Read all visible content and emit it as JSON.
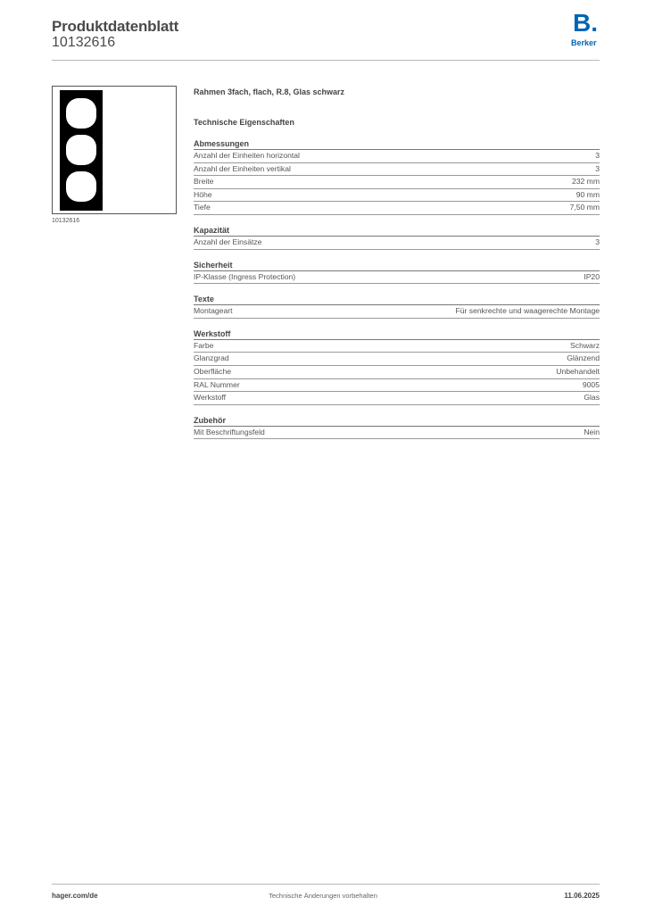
{
  "header": {
    "title": "Produktdatenblatt",
    "number": "10132616",
    "logo": {
      "letter": "B.",
      "name": "Berker"
    }
  },
  "image": {
    "caption": "10132616"
  },
  "product": {
    "title": "Rahmen 3fach, flach, R.8, Glas schwarz",
    "tech_heading": "Technische Eigenschaften"
  },
  "sections": [
    {
      "title": "Abmessungen",
      "rows": [
        {
          "label": "Anzahl der Einheiten horizontal",
          "value": "3"
        },
        {
          "label": "Anzahl der Einheiten vertikal",
          "value": "3"
        },
        {
          "label": "Breite",
          "value": "232 mm"
        },
        {
          "label": "Höhe",
          "value": "90 mm"
        },
        {
          "label": "Tiefe",
          "value": "7,50 mm"
        }
      ]
    },
    {
      "title": "Kapazität",
      "rows": [
        {
          "label": "Anzahl der Einsätze",
          "value": "3"
        }
      ]
    },
    {
      "title": "Sicherheit",
      "rows": [
        {
          "label": "IP-Klasse (Ingress Protection)",
          "value": "IP20"
        }
      ]
    },
    {
      "title": "Texte",
      "rows": [
        {
          "label": "Montageart",
          "value": "Für senkrechte und waagerechte Montage"
        }
      ]
    },
    {
      "title": "Werkstoff",
      "rows": [
        {
          "label": "Farbe",
          "value": "Schwarz"
        },
        {
          "label": "Glanzgrad",
          "value": "Glänzend"
        },
        {
          "label": "Oberfläche",
          "value": "Unbehandelt"
        },
        {
          "label": "RAL Nummer",
          "value": "9005"
        },
        {
          "label": "Werkstoff",
          "value": "Glas"
        }
      ]
    },
    {
      "title": "Zubehör",
      "rows": [
        {
          "label": "Mit Beschriftungsfeld",
          "value": "Nein"
        }
      ]
    }
  ],
  "footer": {
    "left": "hager.com/de",
    "center": "Technische Änderungen vorbehalten",
    "right": "11.06.2025"
  },
  "colors": {
    "brand_blue": "#0065b3",
    "text": "#3c3c3c"
  }
}
